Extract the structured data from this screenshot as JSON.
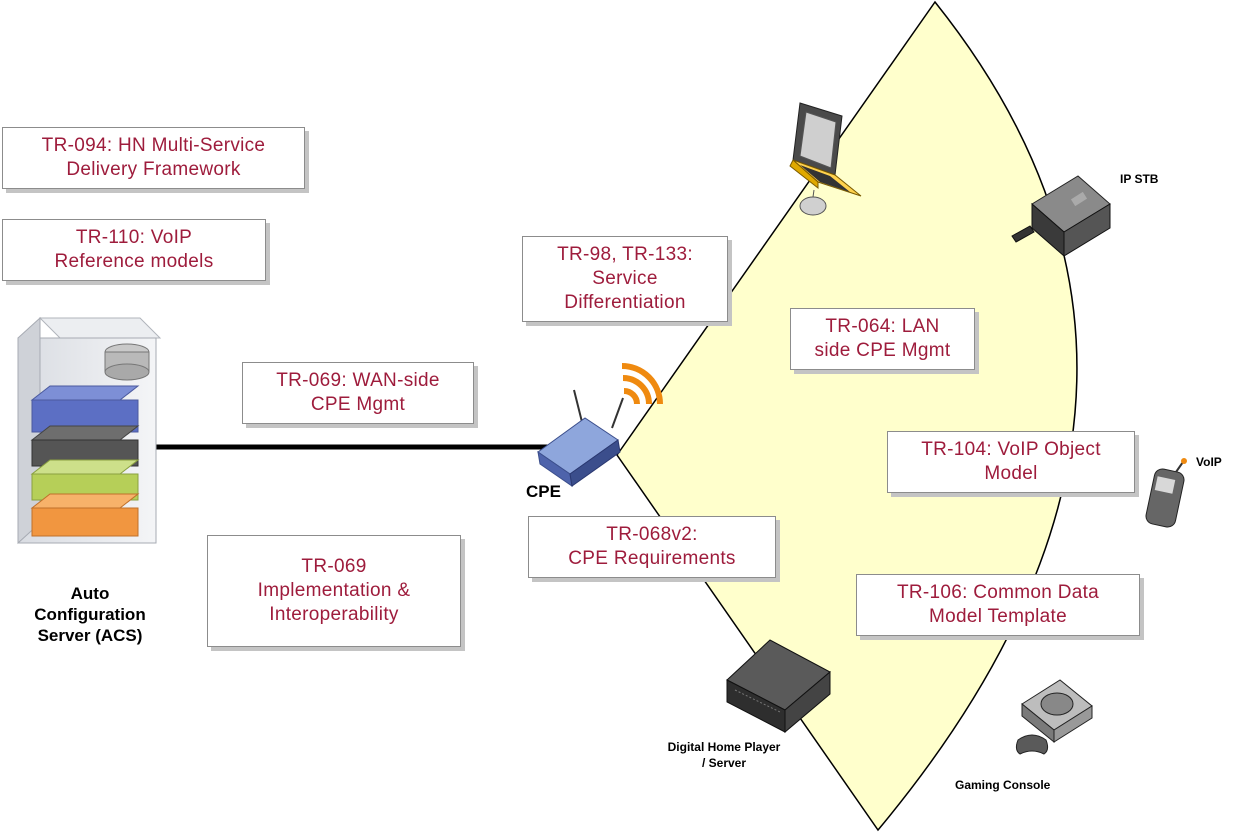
{
  "boxes": {
    "tr094": [
      "TR-094: HN Multi-Service",
      "Delivery Framework"
    ],
    "tr110": [
      "TR-110: VoIP",
      "Reference models"
    ],
    "tr098": [
      "TR-98, TR-133:",
      "Service",
      "Differentiation"
    ],
    "tr064": [
      "TR-064: LAN",
      "side CPE Mgmt"
    ],
    "tr069wan": [
      "TR-069: WAN-side",
      "CPE Mgmt"
    ],
    "tr104": [
      "TR-104: VoIP Object",
      "Model"
    ],
    "tr068": [
      "TR-068v2:",
      "CPE Requirements"
    ],
    "tr069impl": [
      "TR-069",
      "Implementation &",
      "Interoperability"
    ],
    "tr106": [
      "TR-106: Common Data",
      "Model Template"
    ]
  },
  "labels": {
    "acs": [
      "Auto",
      "Configuration",
      "Server (ACS)"
    ],
    "cpe": "CPE",
    "ipstb": "IP STB",
    "voip": "VoIP",
    "dhp": [
      "Digital Home Player",
      "/ Server"
    ],
    "gaming": "Gaming Console"
  },
  "colors": {
    "fan_fill": "#ffffcc",
    "box_text": "#9e1c3c",
    "signal": "#ef8a10"
  }
}
